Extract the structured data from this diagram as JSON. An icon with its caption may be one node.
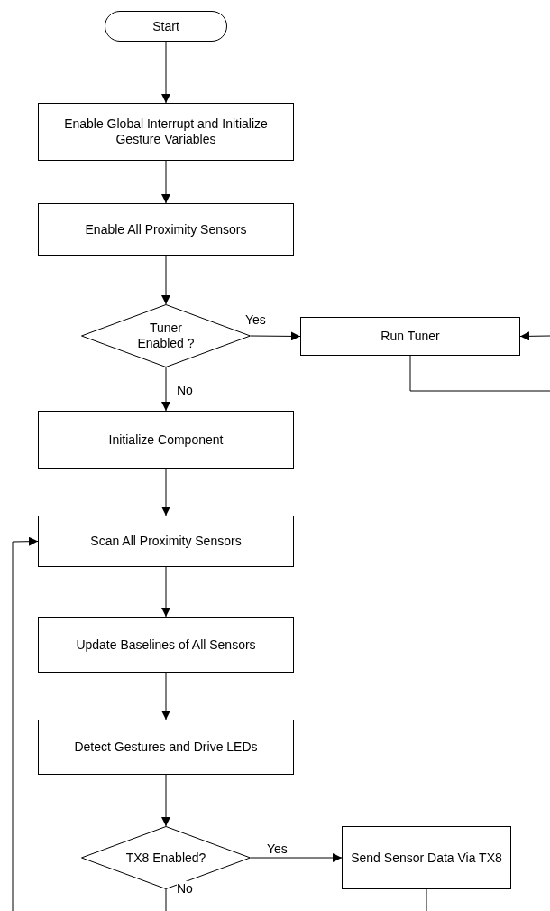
{
  "diagram": {
    "nodes": [
      {
        "text": [
          "Start"
        ]
      },
      {
        "text": [
          "Enable Global Interrupt and Initialize Gesture Variables"
        ]
      },
      {
        "text": [
          "Enable All Proximity Sensors"
        ]
      },
      {
        "text": [
          "Tuner Enabled ?"
        ]
      },
      {
        "text": [
          "Run Tuner"
        ]
      },
      {
        "text": [
          "Initialize Component"
        ]
      },
      {
        "text": [
          "Scan All Proximity Sensors"
        ]
      },
      {
        "text": [
          "Update Baselines of All Sensors"
        ]
      },
      {
        "text": [
          "Detect Gestures and Drive LEDs"
        ]
      },
      {
        "text": [
          "TX8 Enabled?"
        ]
      },
      {
        "text": [
          "Send Sensor Data Via TX8"
        ]
      }
    ],
    "edges": [
      {
        "from": 0,
        "to": 1,
        "arrow": "to"
      },
      {
        "from": 1,
        "to": 2,
        "arrow": "to"
      },
      {
        "from": 2,
        "to": 3,
        "arrow": "to"
      },
      {
        "from": 3,
        "to": 4,
        "arrow": "to",
        "label": "Yes"
      },
      {
        "from": 3,
        "to": 5,
        "arrow": "to",
        "label": "No"
      },
      {
        "from": 5,
        "to": 6,
        "arrow": "to"
      },
      {
        "from": 6,
        "to": 7,
        "arrow": "to"
      },
      {
        "from": 7,
        "to": 8,
        "arrow": "to"
      },
      {
        "from": 8,
        "to": 9,
        "arrow": "to"
      },
      {
        "from": 9,
        "to": 10,
        "arrow": "to",
        "label": "Yes"
      },
      {
        "from": 9,
        "to": null,
        "arrow": "none",
        "label": "No"
      },
      {
        "from": 10,
        "to": null,
        "arrow": "none"
      },
      {
        "from": null,
        "to": 6,
        "arrow": "to"
      },
      {
        "from": 4,
        "to": null,
        "arrow": "none"
      },
      {
        "from": null,
        "to": 4,
        "arrow": "to"
      }
    ]
  }
}
